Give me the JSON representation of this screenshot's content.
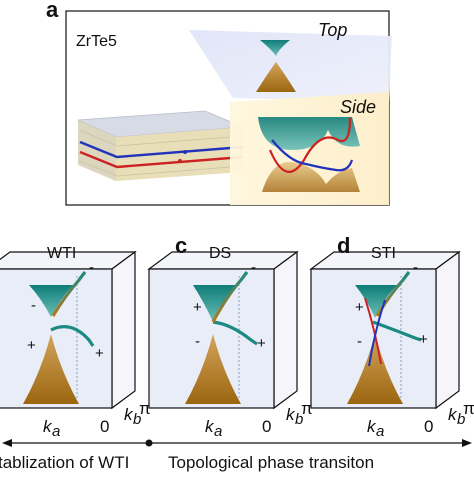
{
  "panel_a": {
    "letter": "a",
    "material": "ZrTe5",
    "top_label": "Top",
    "side_label": "Side"
  },
  "panels": [
    {
      "letter": "",
      "title": "WTI"
    },
    {
      "letter": "c",
      "title": "DS"
    },
    {
      "letter": "d",
      "title": "STI"
    }
  ],
  "band_signs": {
    "plus": "+",
    "minus": "-"
  },
  "axis_symbols": {
    "ka": "k",
    "ka_sub": "a",
    "kb": "k",
    "kb_sub": "b",
    "zero": "0",
    "pi": "π"
  },
  "bottom_axis": {
    "left_text": "tablization of WTI",
    "right_text": "Topological phase transiton"
  },
  "colors": {
    "upper_cone": "#1a8a82",
    "lower_cone": "#b5761b",
    "red_line": "#cc2222",
    "blue_line": "#2233bb",
    "panel_face": "#e9edf8",
    "side_face": "#fdf3d8"
  }
}
